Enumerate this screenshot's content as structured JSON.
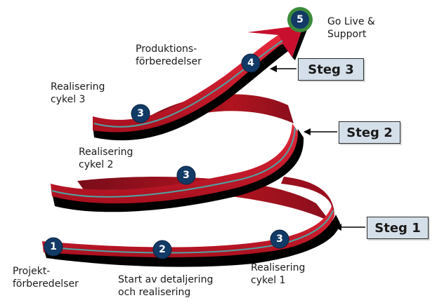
{
  "phases": {
    "p1": "Projekt-\nförberedelser",
    "p2": "Start av detaljering\noch realisering",
    "p3a": "Realisering\ncykel 1",
    "p3b": "Realisering\ncykel 2",
    "p3c": "Realisering\ncykel 3",
    "p4": "Produktions-\nförberedelser",
    "p5": "Go Live &\nSupport"
  },
  "nodes": [
    "1",
    "2",
    "3",
    "3",
    "3",
    "4",
    "5"
  ],
  "steps": [
    "Steg 1",
    "Steg 2",
    "Steg 3"
  ],
  "colors": {
    "ribbon_red": "#c8102e",
    "ribbon_dark": "#8a1020",
    "shadow": "#000000",
    "centerline": "#4fa3a3",
    "node_fill": "#123a66",
    "final_node_ring": "#3c8a3c"
  }
}
